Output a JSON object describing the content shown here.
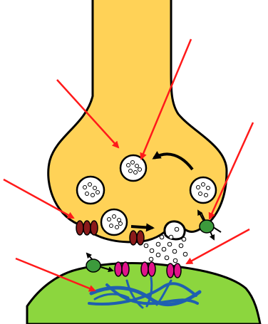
{
  "diagram": {
    "description_visible_text": "",
    "colors": {
      "presynaptic_terminal_fill": "#FFD257",
      "postsynaptic_fill": "#8CD63E",
      "outline": "#000000",
      "pointer_arrows": "#FF1A1A",
      "voltage_gated_channels": "#8B1A1A",
      "receptors": "#E0138A",
      "transporters": "#3C9A3C",
      "cytoskeleton_strands": "#1F5FB0",
      "vesicles_fill": "#FFFFFF"
    },
    "components": [
      "axon-terminal",
      "synaptic-vesicles",
      "vesicle-recycling",
      "voltage-gated-channels",
      "exocytosis-release",
      "neurotransmitters",
      "reuptake-transporter-pre",
      "reuptake-transporter-post",
      "postsynaptic-receptors",
      "postsynaptic-cytoskeleton"
    ]
  }
}
